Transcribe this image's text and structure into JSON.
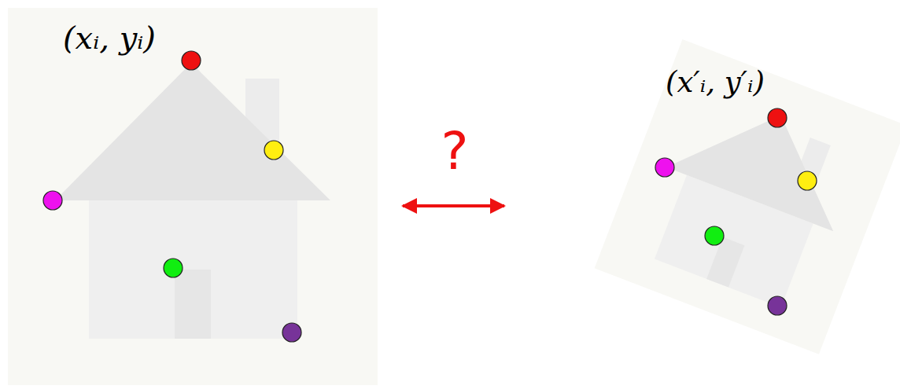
{
  "diagram": {
    "labels": [
      "(xᵢ, yᵢ)",
      "?",
      "(x′ᵢ, y′ᵢ)"
    ]
  }
}
